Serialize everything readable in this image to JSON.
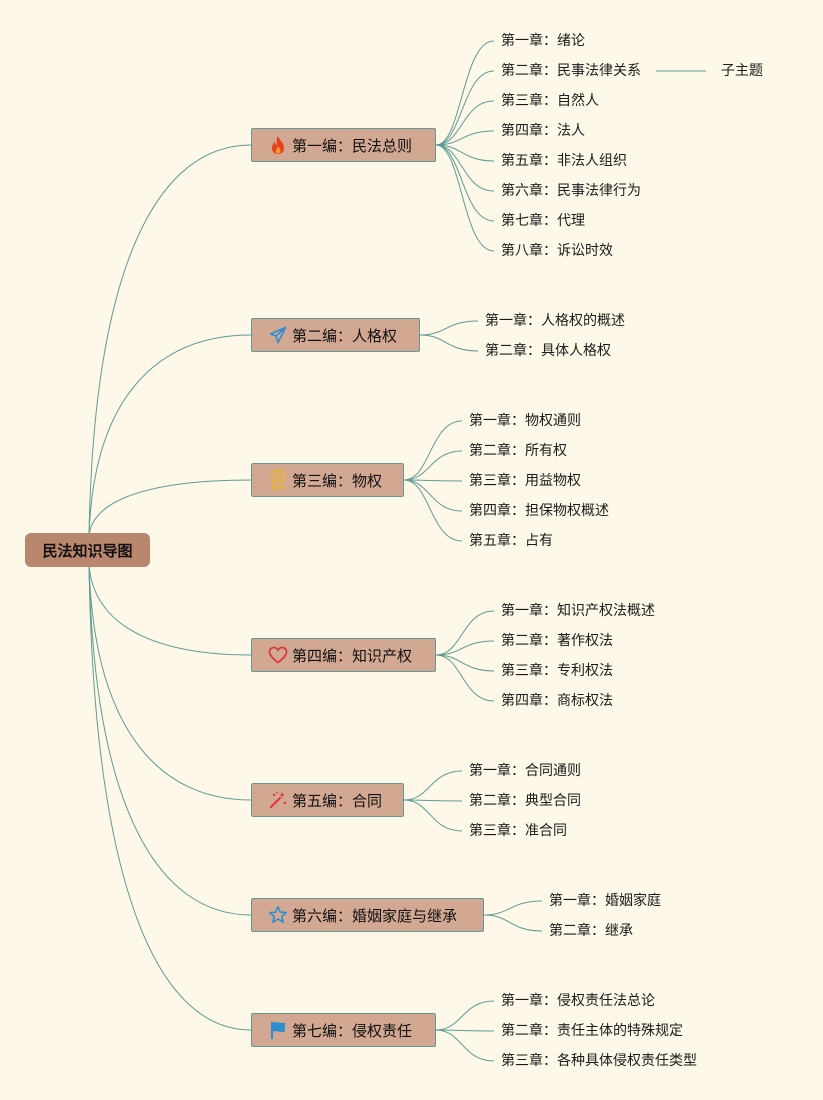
{
  "root": {
    "label": "民法知识导图"
  },
  "books": [
    {
      "label": "第一编：民法总则",
      "icon": "fire-icon",
      "chapters": [
        "第一章：绪论",
        "第二章：民事法律关系",
        "第三章：自然人",
        "第四章：法人",
        "第五章：非法人组织",
        "第六章：民事法律行为",
        "第七章：代理",
        "第八章：诉讼时效"
      ]
    },
    {
      "label": "第二编：人格权",
      "icon": "paper-plane-icon",
      "chapters": [
        "第一章：人格权的概述",
        "第二章：具体人格权"
      ]
    },
    {
      "label": "第三编：物权",
      "icon": "medal-icon",
      "chapters": [
        "第一章：物权通则",
        "第二章：所有权",
        "第三章：用益物权",
        "第四章：担保物权概述",
        "第五章：占有"
      ]
    },
    {
      "label": "第四编：知识产权",
      "icon": "heart-icon",
      "chapters": [
        "第一章：知识产权法概述",
        "第二章：著作权法",
        "第三章：专利权法",
        "第四章：商标权法"
      ]
    },
    {
      "label": "第五编：合同",
      "icon": "magic-wand-icon",
      "chapters": [
        "第一章：合同通则",
        "第二章：典型合同",
        "第三章：准合同"
      ]
    },
    {
      "label": "第六编：婚姻家庭与继承",
      "icon": "star-icon",
      "chapters": [
        "第一章：婚姻家庭",
        "第二章：继承"
      ]
    },
    {
      "label": "第七编：侵权责任",
      "icon": "flag-icon",
      "chapters": [
        "第一章：侵权责任法总论",
        "第二章：责任主体的特殊规定",
        "第三章：各种具体侵权责任类型"
      ]
    }
  ],
  "sub_topic": {
    "label": "子主题"
  },
  "colors": {
    "background": "#fdf8e7",
    "root_fill": "#b9876e",
    "book_fill": "#d2a893",
    "connector": "#5f9b95"
  }
}
